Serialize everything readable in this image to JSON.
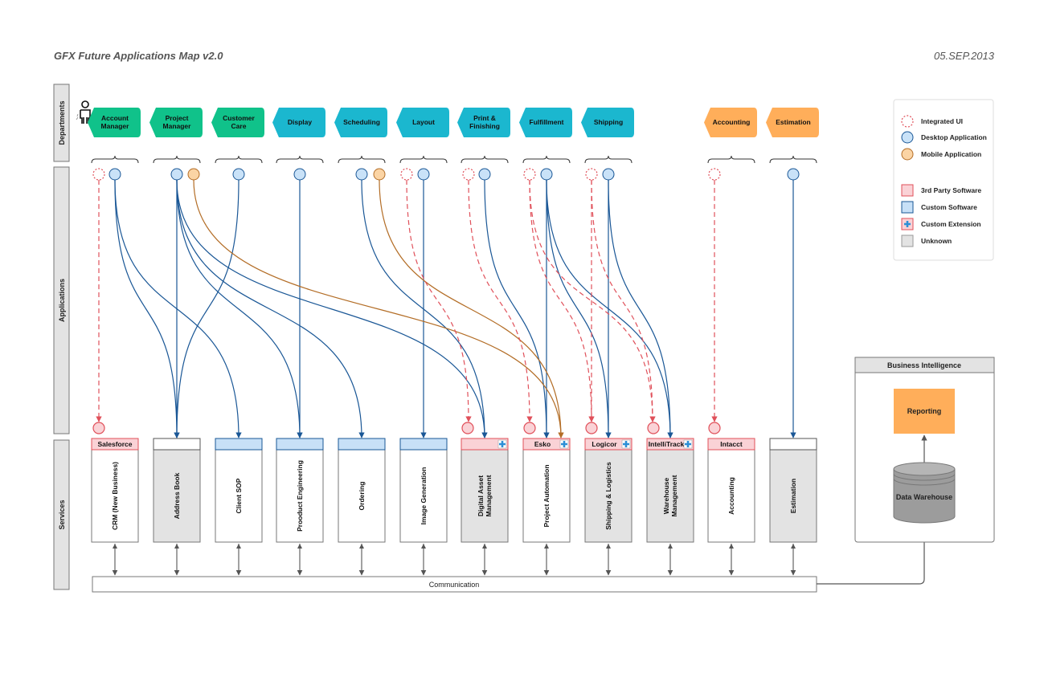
{
  "header": {
    "title": "GFX Future Applications Map v2.0",
    "date": "05.SEP.2013"
  },
  "rows": {
    "departments": "Departments",
    "applications": "Applications",
    "services": "Services"
  },
  "departments": [
    {
      "name": "Account\nManager",
      "color": "green"
    },
    {
      "name": "Project\nManager",
      "color": "green"
    },
    {
      "name": "Customer\nCare",
      "color": "green"
    },
    {
      "name": "Display",
      "color": "cyan"
    },
    {
      "name": "Scheduling",
      "color": "cyan"
    },
    {
      "name": "Layout",
      "color": "cyan"
    },
    {
      "name": "Print &\nFinishing",
      "color": "cyan"
    },
    {
      "name": "Fulfillment",
      "color": "cyan"
    },
    {
      "name": "Shipping",
      "color": "cyan"
    },
    {
      "name": "",
      "color": "none"
    },
    {
      "name": "Accounting",
      "color": "orange"
    },
    {
      "name": "Estimation",
      "color": "orange"
    }
  ],
  "services": [
    {
      "header": "Salesforce",
      "type": "third",
      "body": "CRM (New Business)",
      "ext": false,
      "integrated": true
    },
    {
      "header": "",
      "type": "unknown",
      "body": "Address Book",
      "ext": false,
      "integrated": false
    },
    {
      "header": "",
      "type": "custom",
      "body": "Client SOP",
      "ext": false,
      "integrated": false
    },
    {
      "header": "",
      "type": "custom",
      "body": "Prooduct Engineering",
      "ext": false,
      "integrated": false
    },
    {
      "header": "",
      "type": "custom",
      "body": "Ordering",
      "ext": false,
      "integrated": false
    },
    {
      "header": "",
      "type": "custom",
      "body": "Image Generation",
      "ext": false,
      "integrated": false
    },
    {
      "header": "",
      "type": "third",
      "body": "Digital Asset\nManagement",
      "ext": true,
      "integrated": true
    },
    {
      "header": "Esko",
      "type": "third",
      "body": "Project Automation",
      "ext": true,
      "integrated": true
    },
    {
      "header": "Logicor",
      "type": "third",
      "body": "Shipping & Logistics",
      "ext": true,
      "integrated": true
    },
    {
      "header": "IntelliTrack",
      "type": "third",
      "body": "Warehouse\nManagement",
      "ext": true,
      "integrated": true
    },
    {
      "header": "Intacct",
      "type": "third",
      "body": "Accounting",
      "ext": false,
      "integrated": true
    },
    {
      "header": "",
      "type": "unknown",
      "body": "Estimation",
      "ext": false,
      "integrated": false
    }
  ],
  "communication": "Communication",
  "bi": {
    "title": "Business Intelligence",
    "reporting": "Reporting",
    "warehouse": "Data Warehouse"
  },
  "legend": [
    {
      "label": "Integrated UI",
      "icon": "integrated-ui"
    },
    {
      "label": "Desktop Application",
      "icon": "desktop-app"
    },
    {
      "label": "Mobile Application",
      "icon": "mobile-app"
    },
    {
      "label": "3rd Party Software",
      "icon": "third-party"
    },
    {
      "label": "Custom Software",
      "icon": "custom-software"
    },
    {
      "label": "Custom Extension",
      "icon": "custom-extension"
    },
    {
      "label": "Unknown",
      "icon": "unknown"
    }
  ],
  "colors": {
    "green": "#10c28a",
    "cyan": "#1bb7cf",
    "orange": "#ffae5a",
    "blueLine": "#1a5796",
    "brownLine": "#b36d26",
    "redLine": "#e0505a",
    "desktopFill": "#c9e2f8",
    "mobileFill": "#fbd4a4",
    "thirdFill": "#fad2d6",
    "thirdStroke": "#e0505a",
    "customFill": "#c7e0f7",
    "customStroke": "#1a5796",
    "unknownFill": "#e3e3e3",
    "plus": "#2d8fd6"
  }
}
